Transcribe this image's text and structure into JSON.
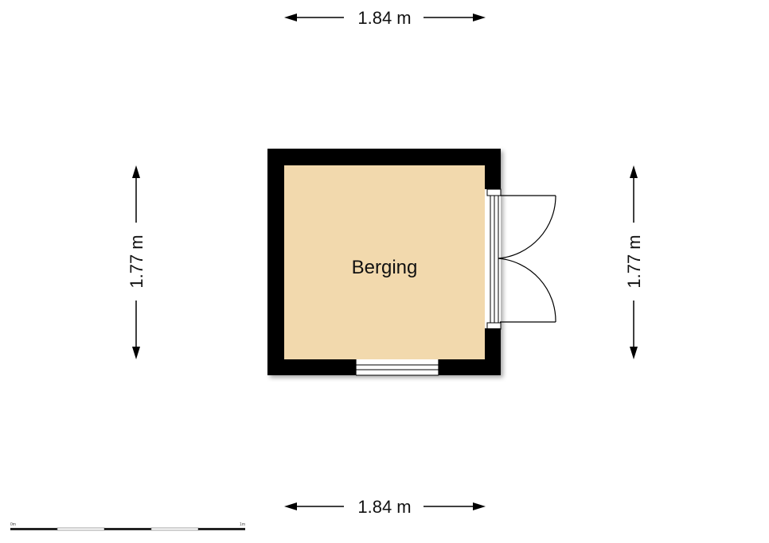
{
  "floorplan": {
    "room": {
      "label": "Berging",
      "floor_color": "#f2d9ad",
      "wall_color": "#000000"
    },
    "dimensions": {
      "top": "1.84 m",
      "bottom": "1.84 m",
      "left": "1.77 m",
      "right": "1.77 m"
    },
    "scale_bar": {
      "start_label": "0m",
      "end_label": "1m"
    }
  }
}
